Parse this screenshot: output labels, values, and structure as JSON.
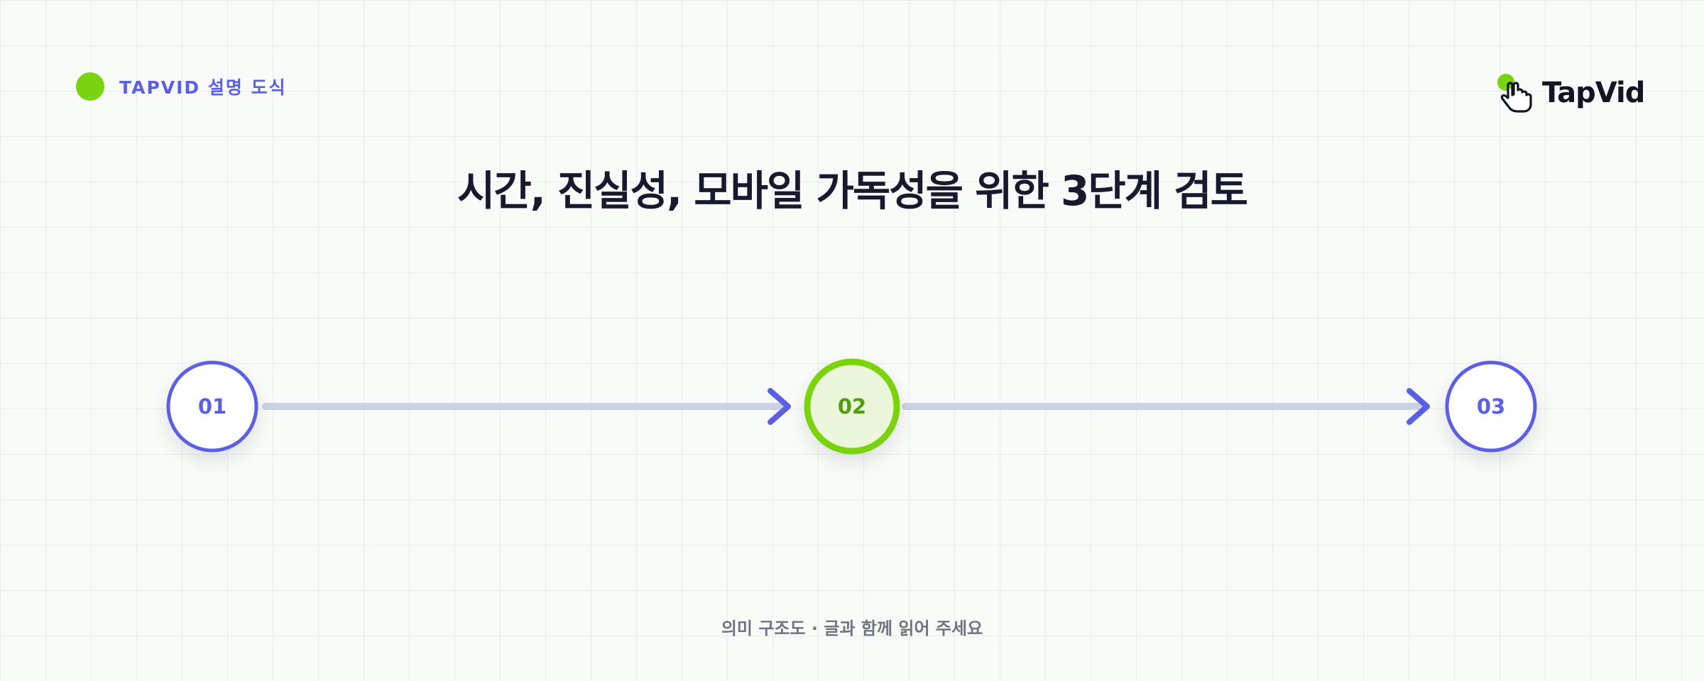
{
  "eyebrow": {
    "text": "TAPVID 설명 도식",
    "dot_color": "#7ad30f",
    "text_color": "#5b5fe3"
  },
  "logo": {
    "text": "TapVid",
    "icon": "pointing-hand-icon",
    "dot_color": "#7ad30f"
  },
  "title": "시간, 진실성, 모바일 가독성을 위한 3단계 검토",
  "steps": [
    {
      "label": "01",
      "highlighted": false
    },
    {
      "label": "02",
      "highlighted": true
    },
    {
      "label": "03",
      "highlighted": false
    }
  ],
  "colors": {
    "accent": "#5b5fe3",
    "highlight": "#7ad30f",
    "highlight_text": "#4f9e0f",
    "highlight_fill": "#ebf6db",
    "connector": "#c9d2e0",
    "title": "#161a2c"
  },
  "caption": "의미 구조도 · 글과 함께 읽어 주세요"
}
